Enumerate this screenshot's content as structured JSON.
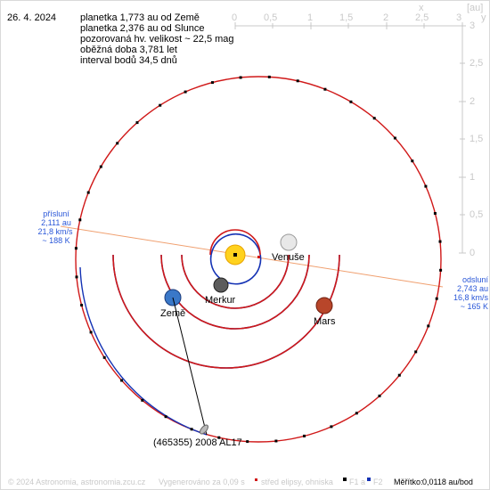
{
  "header": {
    "date": "26. 4. 2024",
    "lines": [
      "planetka 1,773 au od Země",
      "planetka 2,376 au od Slunce",
      "pozorovaná hv. velikost ~ 22,5 mag",
      "oběžná doba 3,781 let",
      "interval bodů 34,5 dnů"
    ]
  },
  "scale": {
    "unit": "[au]",
    "x_axis_letter": "x",
    "y_axis_letter": "y",
    "x_ticks": [
      "0",
      "0,5",
      "1",
      "1,5",
      "2",
      "2,5",
      "3"
    ],
    "y_ticks": [
      "3",
      "2,5",
      "2",
      "1,5",
      "1",
      "0,5",
      "0"
    ]
  },
  "bodies": {
    "venus": "Venuše",
    "merkur": "Merkur",
    "earth": "Země",
    "mars": "Mars",
    "asteroid": "(465355) 2008 AL17"
  },
  "perihelion": {
    "title": "přísluní",
    "distance": "2,111 au",
    "speed": "21,8 km/s",
    "temp": "~ 188 K"
  },
  "aphelion": {
    "title": "odsluní",
    "distance": "2,743 au",
    "speed": "16,8 km/s",
    "temp": "~ 165 K"
  },
  "footer": {
    "copyright": "© 2024 Astronomia, astronomia.zcu.cz",
    "generated": "Vygenerováno za 0,09 s",
    "legend_center": "střed elipsy, ohniska",
    "legend_f1": "F1 a",
    "legend_f2": "F2",
    "scale_label": "Měřítko:",
    "scale_value": "0,0118 au/bod"
  },
  "colors": {
    "orbit_red": "#d01818",
    "orbit_blue": "#1432b4",
    "apsis_line": "#f0a070",
    "sun": "#ffd21e",
    "mars": "#b8462a",
    "scale_gray": "#c9c9c9",
    "label_blue": "#2a57d8"
  }
}
